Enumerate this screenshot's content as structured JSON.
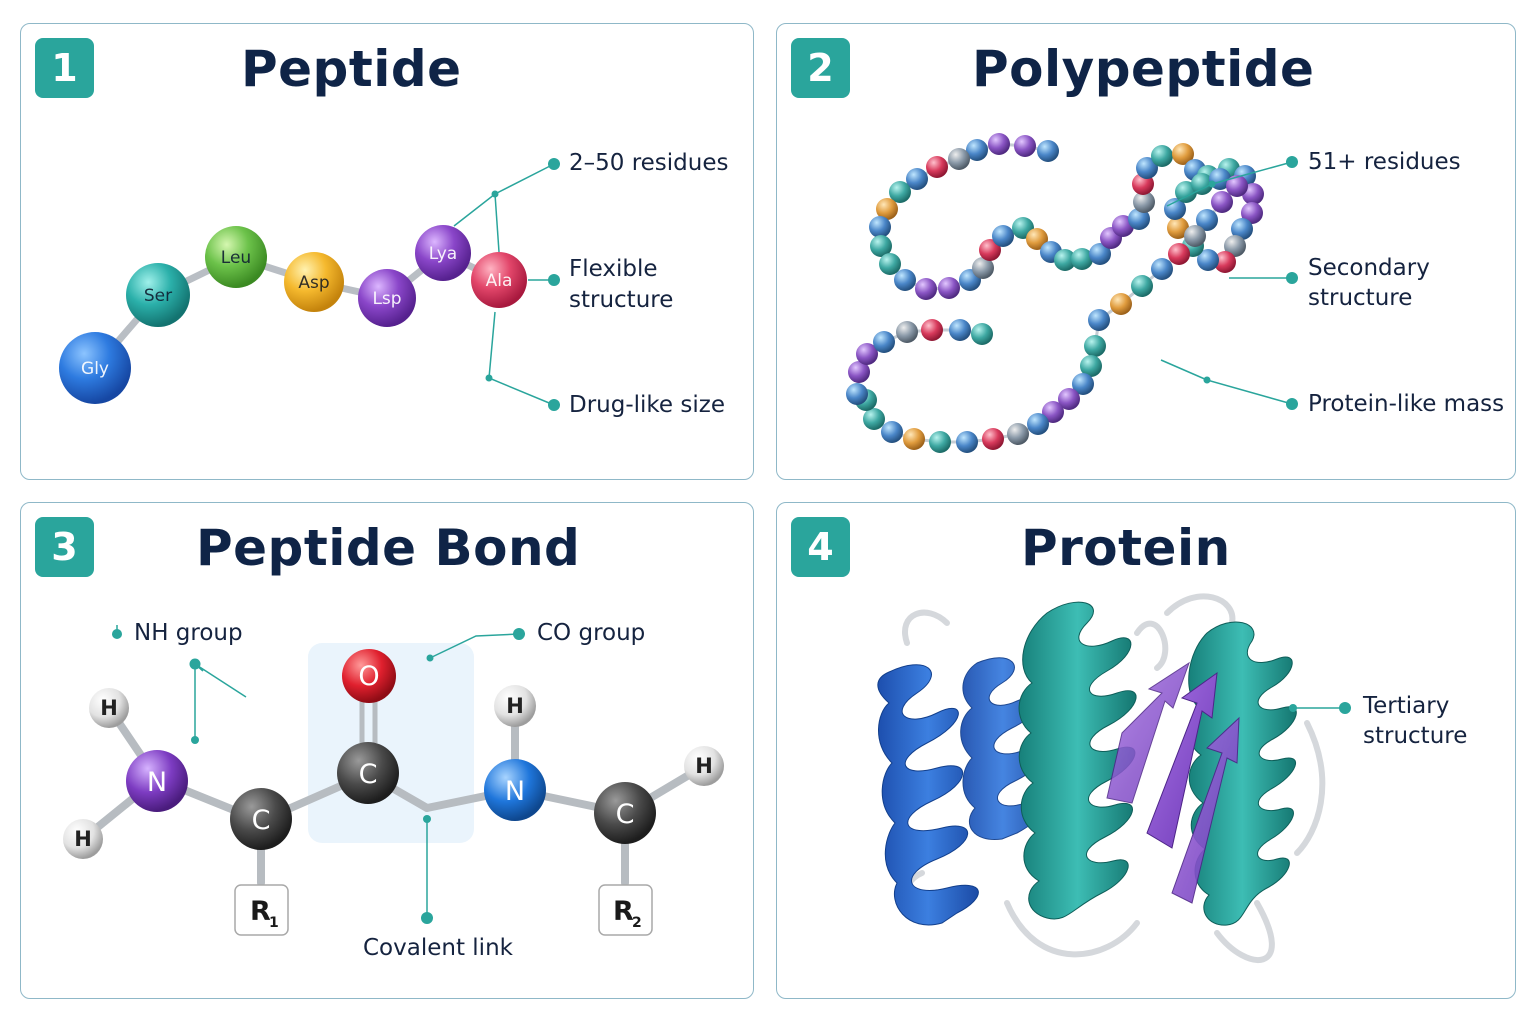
{
  "panels": [
    {
      "number": "1",
      "title": "Peptide"
    },
    {
      "number": "2",
      "title": "Polypeptide"
    },
    {
      "number": "3",
      "title": "Peptide Bond"
    },
    {
      "number": "4",
      "title": "Protein"
    }
  ],
  "peptide": {
    "residues": [
      "Gly",
      "Ser",
      "Leu",
      "Asp",
      "Lsp",
      "Lya",
      "Ala"
    ],
    "labels": {
      "size": "2–50 residues",
      "flex_1": "Flexible",
      "flex_2": "structure",
      "drug": "Drug-like size"
    }
  },
  "polypeptide": {
    "labels": {
      "size": "51+ residues",
      "sec_1": "Secondary",
      "sec_2": "structure",
      "mass": "Protein-like mass"
    }
  },
  "bond": {
    "atoms": {
      "h": "H",
      "n": "N",
      "c": "C",
      "o": "O"
    },
    "r1": "R",
    "r1_sub": "1",
    "r2": "R",
    "r2_sub": "2",
    "labels": {
      "nh": "NH group",
      "co": "CO group",
      "covalent": "Covalent link"
    }
  },
  "protein": {
    "labels": {
      "tert_1": "Tertiary",
      "tert_2": "structure"
    }
  },
  "colors": {
    "accent": "#2aa59c",
    "title": "#0f2447",
    "border": "#8fb8c8"
  }
}
